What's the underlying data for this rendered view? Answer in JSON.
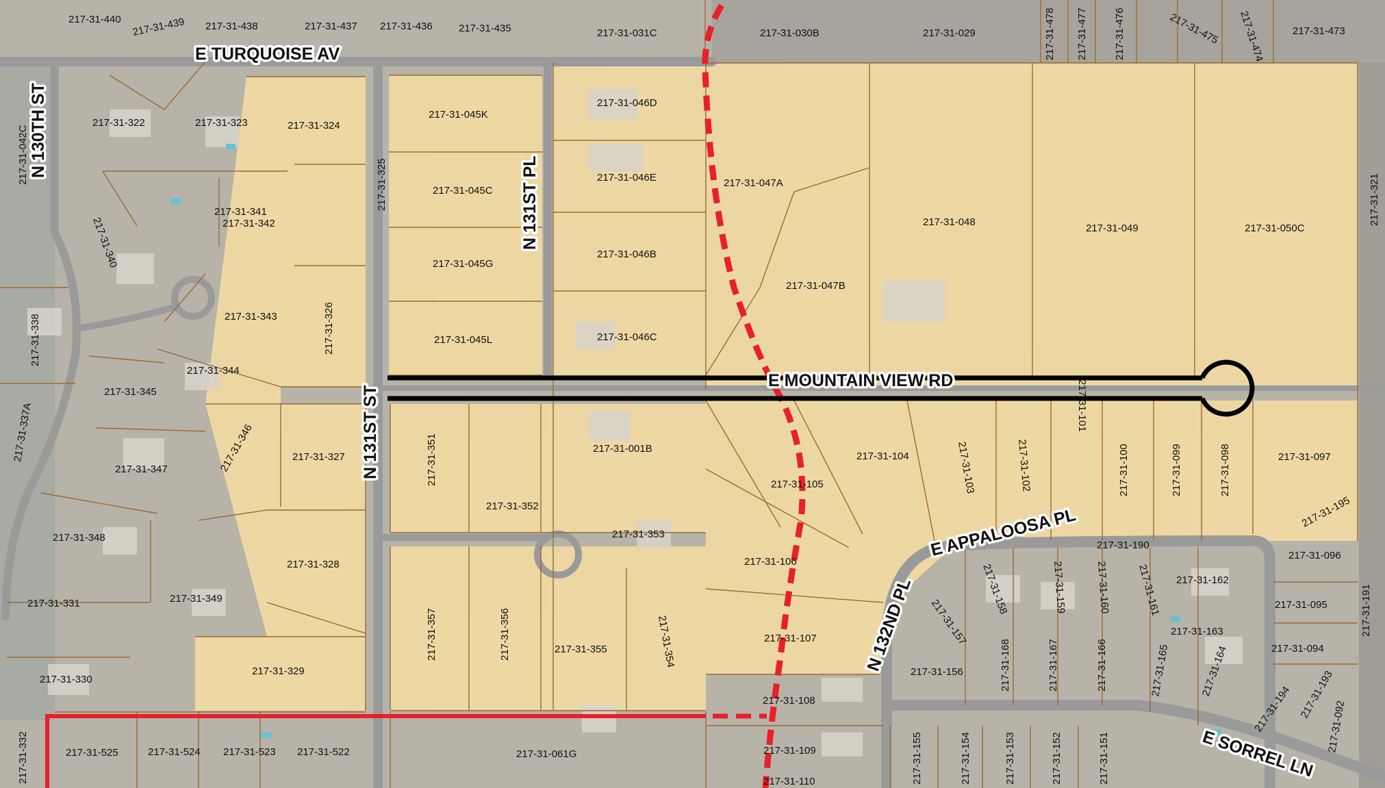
{
  "colors": {
    "aerial": "#b7b3a8",
    "parcel_fill": "#f1dba3",
    "parcel_line": "#9a6a32",
    "street": "#9a9a9a",
    "alignment": "#e8202a",
    "road_outline": "#000000"
  },
  "streets": {
    "turquoise": "E TURQUOISE AV",
    "n130th": "N 130TH ST",
    "n131st_pl": "N 131ST PL",
    "n131st_st": "N 131ST ST",
    "mountain_view": "E MOUNTAIN VIEW RD",
    "appaloosa": "E APPALOOSA PL",
    "n132nd_pl": "N 132ND PL",
    "sorrel": "E SORREL LN"
  },
  "parcels": [
    "217-31-440",
    "217-31-439",
    "217-31-438",
    "217-31-437",
    "217-31-436",
    "217-31-435",
    "217-31-031C",
    "217-31-030B",
    "217-31-029",
    "217-31-478",
    "217-31-477",
    "217-31-476",
    "217-31-475",
    "217-31-474",
    "217-31-473",
    "217-31-042C",
    "217-31-322",
    "217-31-323",
    "217-31-324",
    "217-31-045K",
    "217-31-046D",
    "217-31-325",
    "217-31-045C",
    "217-31-046E",
    "217-31-047A",
    "217-31-048",
    "217-31-049",
    "217-31-050C",
    "217-31-321",
    "217-31-341",
    "217-31-342",
    "217-31-340",
    "217-31-045G",
    "217-31-046B",
    "217-31-047B",
    "217-31-338",
    "217-31-343",
    "217-31-326",
    "217-31-045L",
    "217-31-046C",
    "217-31-344",
    "217-31-345",
    "217-31-337A",
    "217-31-346",
    "217-31-327",
    "217-31-351",
    "217-31-001B",
    "217-31-104",
    "217-31-103",
    "217-31-102",
    "217-31-101",
    "217-31-100",
    "217-31-099",
    "217-31-098",
    "217-31-097",
    "217-31-347",
    "217-31-105",
    "217-31-352",
    "217-31-353",
    "217-31-195",
    "217-31-190",
    "217-31-348",
    "217-31-328",
    "217-31-106",
    "217-31-096",
    "217-31-158",
    "217-31-159",
    "217-31-160",
    "217-31-161",
    "217-31-162",
    "217-31-349",
    "217-31-331",
    "217-31-357",
    "217-31-356",
    "217-31-355",
    "217-31-354",
    "217-31-157",
    "217-31-095",
    "217-31-163",
    "217-31-191",
    "217-31-107",
    "217-31-168",
    "217-31-167",
    "217-31-166",
    "217-31-094",
    "217-31-156",
    "217-31-165",
    "217-31-164",
    "217-31-330",
    "217-31-329",
    "217-31-194",
    "217-31-108",
    "217-31-332",
    "217-31-525",
    "217-31-524",
    "217-31-523",
    "217-31-522",
    "217-31-061G",
    "217-31-109",
    "217-31-155",
    "217-31-154",
    "217-31-153",
    "217-31-152",
    "217-31-151",
    "217-31-193",
    "217-31-092",
    "217-31-110"
  ]
}
